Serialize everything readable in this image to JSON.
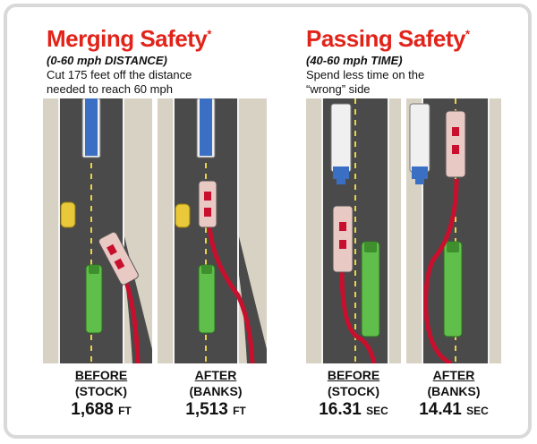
{
  "merging": {
    "title": "Merging Safety",
    "asterisk": "*",
    "subtitle": "(0-60 mph DISTANCE)",
    "desc_line1": "Cut 175 feet off the distance",
    "desc_line2": "needed to reach 60 mph",
    "before": {
      "label": "BEFORE",
      "sub": "(STOCK)",
      "value": "1,688",
      "unit": "FT"
    },
    "after": {
      "label": "AFTER",
      "sub": "(BANKS)",
      "value": "1,513",
      "unit": "FT"
    }
  },
  "passing": {
    "title": "Passing Safety",
    "asterisk": "*",
    "subtitle": "(40-60 mph TIME)",
    "desc_line1": "Spend less time on the",
    "desc_line2": "“wrong” side",
    "before": {
      "label": "BEFORE",
      "sub": "(STOCK)",
      "value": "16.31",
      "unit": "SEC"
    },
    "after": {
      "label": "AFTER",
      "sub": "(BANKS)",
      "value": "14.41",
      "unit": "SEC"
    }
  },
  "colors": {
    "title_red": "#e2231a",
    "road": "#4a4a4a",
    "shoulder": "#d8d2c4",
    "path_red": "#c8102e",
    "truck_blue": "#3a6fc4",
    "green_car": "#5fbf4a",
    "yellow_car": "#e9c93a",
    "truck_pink": "#e9c9c4"
  }
}
